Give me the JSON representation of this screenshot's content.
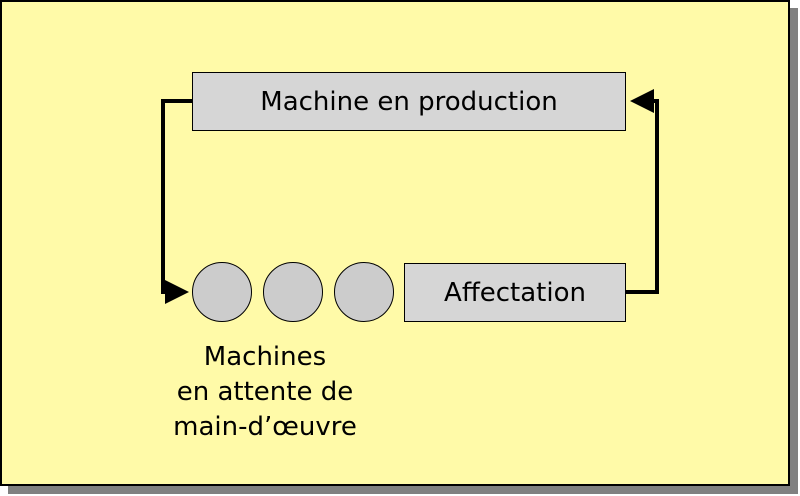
{
  "diagram": {
    "box_production_label": "Machine en production",
    "box_affectation_label": "Affectation",
    "queue_label_lines": [
      "Machines",
      "en attente de",
      "main-d’œuvre"
    ]
  },
  "colors": {
    "background": "#FFFAA8",
    "box_fill": "#D6D6D6",
    "circle_fill": "#CCCCCC",
    "line": "#000000",
    "shadow": "#808080"
  }
}
